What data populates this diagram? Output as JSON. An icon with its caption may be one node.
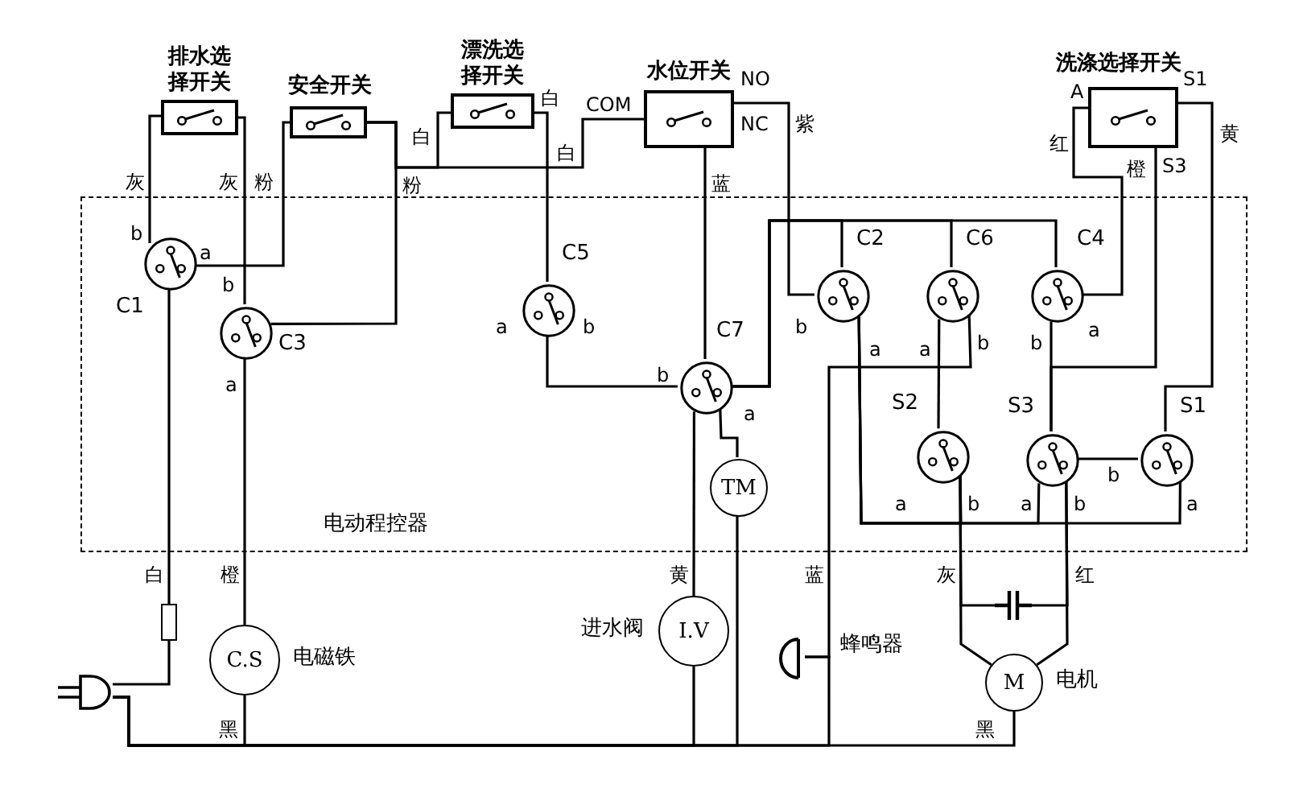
{
  "diagram": {
    "nodes": [
      {
        "text": [
          "电动程控器"
        ]
      },
      {
        "text": [
          "排水选择开关"
        ]
      },
      {
        "text": [
          "安全开关"
        ]
      },
      {
        "text": [
          "漂洗选择开关"
        ]
      },
      {
        "text": [
          "水位开关"
        ]
      },
      {
        "text": [
          "洗涤选择开关"
        ]
      },
      {
        "text": [
          "C1"
        ],
        "in": 0
      },
      {
        "text": [
          "C3"
        ],
        "in": 0
      },
      {
        "text": [
          "C5"
        ],
        "in": 0
      },
      {
        "text": [
          "C7"
        ],
        "in": 0
      },
      {
        "text": [
          "TM"
        ],
        "in": 0
      },
      {
        "text": [
          "C2"
        ],
        "in": 0
      },
      {
        "text": [
          "C6"
        ],
        "in": 0
      },
      {
        "text": [
          "C4"
        ],
        "in": 0
      },
      {
        "text": [
          "S2"
        ],
        "in": 0
      },
      {
        "text": [
          "S3"
        ],
        "in": 0
      },
      {
        "text": [
          "S1"
        ],
        "in": 0
      },
      {
        "text": [
          "C.S"
        ],
        "beside": [
          "电磁铁"
        ]
      },
      {
        "text": [
          "I.V"
        ],
        "beside": [
          "进水阀"
        ]
      },
      {
        "text": [],
        "shape": "picture",
        "beside": [
          "蜂鸣器"
        ]
      },
      {
        "text": [
          "M"
        ],
        "beside": [
          "电机"
        ]
      },
      {
        "text": [],
        "shape": "picture"
      },
      {
        "text": [],
        "shape": "box"
      },
      {
        "text": [],
        "shape": "picture"
      }
    ],
    "edges": [
      {
        "from": 21,
        "to": 22,
        "arrow": "none"
      },
      {
        "from": 22,
        "to": 6,
        "arrow": "none"
      },
      {
        "from": 6,
        "to": 1,
        "arrow": "none"
      },
      {
        "from": 1,
        "to": 7,
        "arrow": "none"
      },
      {
        "from": 2,
        "to": 6,
        "arrow": "none"
      },
      {
        "from": 2,
        "to": 7,
        "arrow": "none"
      },
      {
        "from": 2,
        "to": 3,
        "arrow": "none"
      },
      {
        "from": 2,
        "to": 4,
        "arrow": "none"
      },
      {
        "from": 3,
        "to": 8,
        "arrow": "none"
      },
      {
        "from": 8,
        "to": 9,
        "arrow": "none"
      },
      {
        "from": 4,
        "to": 9,
        "arrow": "none"
      },
      {
        "from": 4,
        "to": 11,
        "arrow": "none"
      },
      {
        "from": 9,
        "to": 11,
        "arrow": "none"
      },
      {
        "from": 9,
        "to": 12,
        "arrow": "none"
      },
      {
        "from": 9,
        "to": 13,
        "arrow": "none"
      },
      {
        "from": 9,
        "to": 10,
        "arrow": "none"
      },
      {
        "from": 9,
        "to": 18,
        "arrow": "none"
      },
      {
        "from": 5,
        "to": 13,
        "arrow": "none"
      },
      {
        "from": 5,
        "to": 15,
        "arrow": "none"
      },
      {
        "from": 13,
        "to": 15,
        "arrow": "none"
      },
      {
        "from": 5,
        "to": 16,
        "arrow": "none"
      },
      {
        "from": 12,
        "to": 19,
        "arrow": "none"
      },
      {
        "from": 12,
        "to": 14,
        "arrow": "none"
      },
      {
        "from": 11,
        "to": 14,
        "arrow": "none"
      },
      {
        "from": 11,
        "to": 15,
        "arrow": "none"
      },
      {
        "from": 11,
        "to": 16,
        "arrow": "none"
      },
      {
        "from": 15,
        "to": 16,
        "arrow": "none"
      },
      {
        "from": 14,
        "to": 23,
        "arrow": "none"
      },
      {
        "from": 14,
        "to": 20,
        "arrow": "none"
      },
      {
        "from": 15,
        "to": 23,
        "arrow": "none"
      },
      {
        "from": 15,
        "to": 20,
        "arrow": "none"
      },
      {
        "from": 7,
        "to": 17,
        "arrow": "none"
      },
      {
        "from": 21,
        "to": 17,
        "arrow": "none"
      },
      {
        "from": 21,
        "to": 18,
        "arrow": "none"
      },
      {
        "from": 21,
        "to": 10,
        "arrow": "none"
      },
      {
        "from": 21,
        "to": 19,
        "arrow": "none"
      },
      {
        "from": 21,
        "to": 20,
        "arrow": "none"
      }
    ],
    "labels": [
      "COM",
      "NO",
      "NC",
      "A",
      "S1",
      "白",
      "白",
      "紫",
      "红",
      "黄",
      "白",
      "橙",
      "S3",
      "灰",
      "灰",
      "粉",
      "粉",
      "蓝",
      "b",
      "a",
      "b",
      "a",
      "b",
      "b",
      "a",
      "a",
      "a",
      "b",
      "b",
      "a",
      "b",
      "a",
      "b",
      "a",
      "b",
      "a",
      "b",
      "a",
      "白",
      "橙",
      "黄",
      "蓝",
      "灰",
      "红",
      "黑",
      "黑"
    ]
  }
}
